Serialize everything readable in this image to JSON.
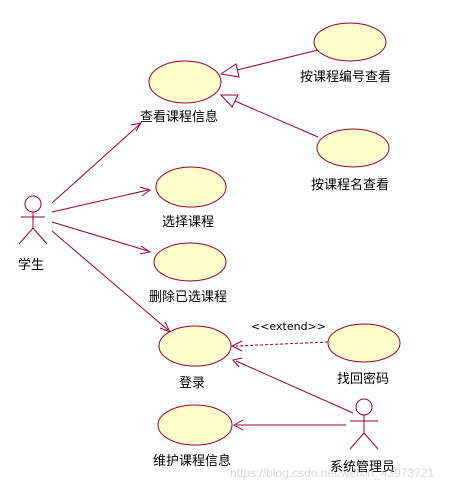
{
  "actors": {
    "student": {
      "label": "学生"
    },
    "admin": {
      "label": "系统管理员"
    }
  },
  "use_cases": {
    "view_course_info": {
      "label": "查看课程信息"
    },
    "view_by_course_no": {
      "label": "按课程编号查看"
    },
    "view_by_course_name": {
      "label": "按课程名查看"
    },
    "select_course": {
      "label": "选择课程"
    },
    "delete_selected_course": {
      "label": "删除已选课程"
    },
    "login": {
      "label": "登录"
    },
    "recover_password": {
      "label": "找回密码"
    },
    "maintain_course_info": {
      "label": "维护课程信息"
    }
  },
  "relations": {
    "extend_label": "<<extend>>"
  },
  "watermark": "https://blog.csdn.net/weixin_43973721",
  "colors": {
    "usecase_fill": "#ffffcc",
    "usecase_stroke": "#990033",
    "line": "#990033",
    "actor_stroke": "#990033"
  }
}
